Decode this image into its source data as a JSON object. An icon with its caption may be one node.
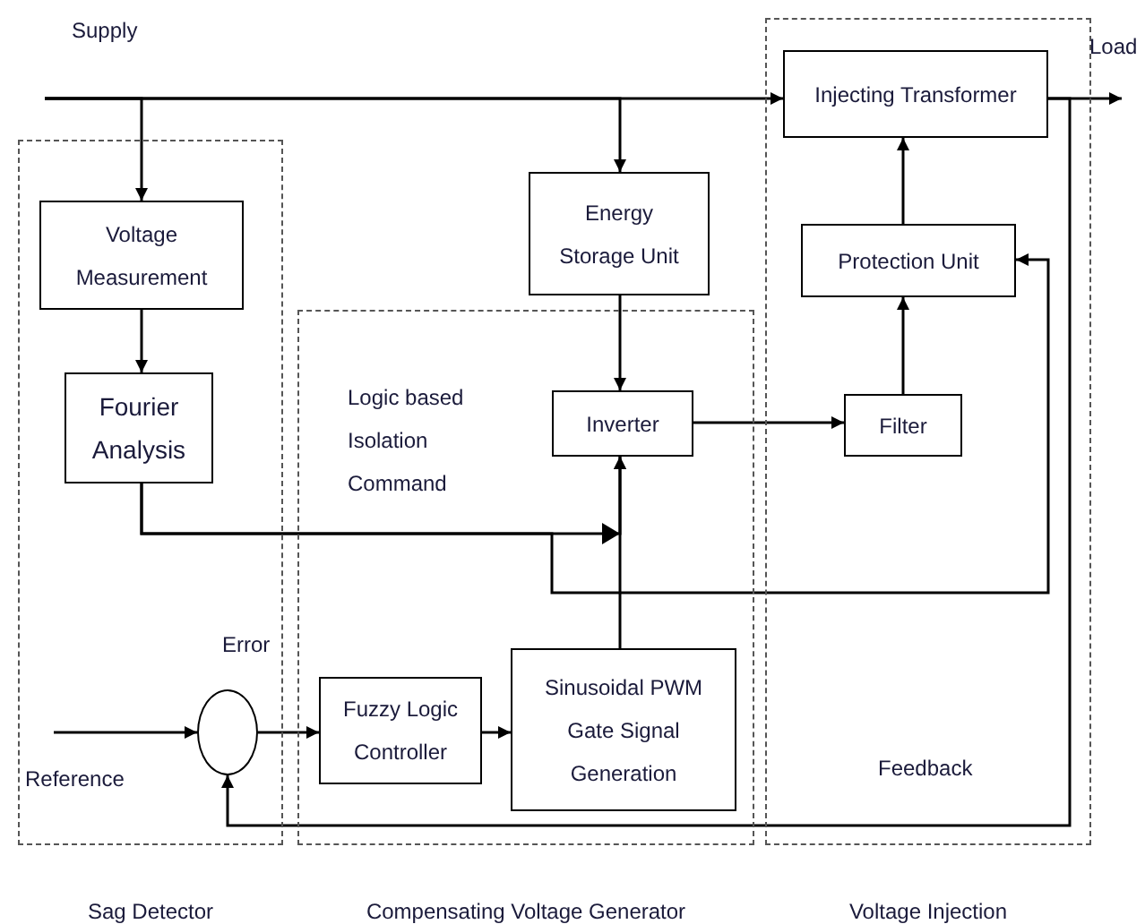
{
  "diagram": {
    "nodes": [
      {
        "text": [
          "Sag Detector"
        ]
      },
      {
        "text": [
          "Voltage Measurement"
        ],
        "in": 0
      },
      {
        "text": [
          "Fourier Analysis"
        ],
        "in": 0
      },
      {
        "text": [],
        "shape": "circle",
        "in": 0
      },
      {
        "text": [
          "Compensating Voltage Generator"
        ]
      },
      {
        "text": [
          "Fuzzy Logic Controller"
        ],
        "in": 4
      },
      {
        "text": [
          "Sinusoidal PWM Gate Signal Generation"
        ],
        "in": 4
      },
      {
        "text": [
          "Inverter"
        ],
        "in": 4
      },
      {
        "text": [
          "Voltage Injection"
        ]
      },
      {
        "text": [
          "Injecting Transformer"
        ],
        "in": 8
      },
      {
        "text": [
          "Protection Unit"
        ],
        "in": 8
      },
      {
        "text": [
          "Filter"
        ],
        "in": 8
      },
      {
        "text": [
          "Energy Storage Unit"
        ]
      }
    ],
    "edges": [
      {
        "from": null,
        "to": 1,
        "arrow": "to"
      },
      {
        "from": null,
        "to": 12,
        "arrow": "to"
      },
      {
        "from": null,
        "to": 9,
        "arrow": "to"
      },
      {
        "from": 1,
        "to": 2,
        "arrow": "to"
      },
      {
        "from": 2,
        "to": 7,
        "arrow": "to"
      },
      {
        "from": 2,
        "to": 10,
        "arrow": "to"
      },
      {
        "from": 12,
        "to": 7,
        "arrow": "to"
      },
      {
        "from": 6,
        "to": 7,
        "arrow": "to"
      },
      {
        "from": 7,
        "to": 11,
        "arrow": "to"
      },
      {
        "from": 11,
        "to": 10,
        "arrow": "to"
      },
      {
        "from": 10,
        "to": 9,
        "arrow": "to"
      },
      {
        "from": 9,
        "to": null,
        "arrow": "to"
      },
      {
        "from": 9,
        "to": 3,
        "arrow": "to"
      },
      {
        "from": null,
        "to": 3,
        "arrow": "to"
      },
      {
        "from": 3,
        "to": 5,
        "arrow": "to"
      },
      {
        "from": 5,
        "to": 6,
        "arrow": "to"
      }
    ],
    "labels": [
      "Supply",
      "Load",
      "Logic based Isolation Command",
      "Error",
      "Reference",
      "Feedback"
    ]
  }
}
